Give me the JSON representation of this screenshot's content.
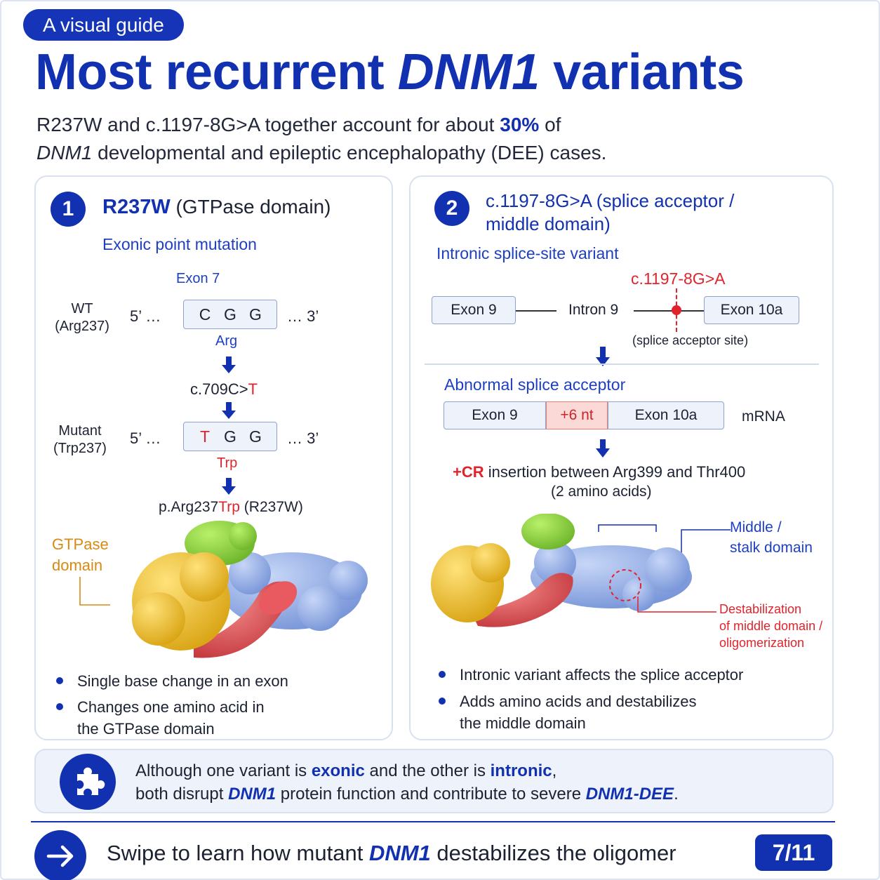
{
  "header": {
    "badge": "A visual guide",
    "title_pre": "Most recurrent ",
    "title_gene": "DNM1",
    "title_post": " variants",
    "subtitle_a": "R237W and c.1197-8G>A together account for about ",
    "subtitle_pct": "30%",
    "subtitle_b": " of",
    "subtitle_gene": "DNM1",
    "subtitle_c": " developmental and epileptic encephalopathy (DEE) cases."
  },
  "panel1": {
    "number": "1",
    "title": "R237W",
    "title_suffix": " (GTPase domain)",
    "subtitle": "Exonic point mutation",
    "exon_label": "Exon 7",
    "wt_label_1": "WT",
    "wt_label_2": "(Arg237)",
    "five_prime": "5’ …",
    "three_prime": "… 3’",
    "wt_bases": [
      "C",
      "G",
      "G"
    ],
    "wt_aa": "Arg",
    "mutation_pre": "c.709C>",
    "mutation_base": "T",
    "mut_label_1": "Mutant",
    "mut_label_2": "(Trp237)",
    "mut_bases": [
      "T",
      "G",
      "G"
    ],
    "mut_aa": "Trp",
    "protein_pre": "p.Arg237",
    "protein_aa": "Trp",
    "protein_post": " (R237W)",
    "domain_label_1": "GTPase",
    "domain_label_2": "domain",
    "bullets": [
      "Single base change in an exon",
      "Changes one amino acid in",
      "the GTPase domain"
    ]
  },
  "panel2": {
    "number": "2",
    "title_1": "c.1197-8G>A (splice acceptor /",
    "title_2": "middle domain)",
    "subtitle": "Intronic splice-site variant",
    "variant_label": "c.1197-8G>A",
    "exon9": "Exon 9",
    "intron9": "Intron 9",
    "exon10a": "Exon 10a",
    "splice_site": "(splice acceptor site)",
    "abnormal": "Abnormal splice acceptor",
    "insert": "+6 nt",
    "mrna": "mRNA",
    "cr": "+CR",
    "cr_text": " insertion between Arg399 and Thr400",
    "cr_text_2": "(2 amino acids)",
    "middle_1": "Middle /",
    "middle_2": "stalk domain",
    "destab_1": "Destabilization",
    "destab_2": "of middle domain /",
    "destab_3": "oligomerization",
    "bullets": [
      "Intronic variant affects the splice acceptor",
      "Adds amino acids and destabilizes",
      "the middle domain"
    ]
  },
  "footer": {
    "note_a": "Although one variant is ",
    "note_exonic": "exonic",
    "note_b": " and the other is ",
    "note_intronic": "intronic",
    "note_c": ",",
    "note_d": "both disrupt ",
    "note_gene": "DNM1",
    "note_e": " protein function and contribute to severe ",
    "note_dee": "DNM1-DEE",
    "note_f": ".",
    "swipe_a": "Swipe to learn how mutant ",
    "swipe_gene": "DNM1",
    "swipe_b": " destabilizes the oligomer",
    "page": "7/11"
  },
  "colors": {
    "primary": "#1231b0",
    "mutation_red": "#e0242c",
    "gtpase_yellow": "#f1c232",
    "bse_red": "#e05a5a",
    "stalk_blue": "#9bb5ea",
    "pH_green": "#8fd63a"
  }
}
